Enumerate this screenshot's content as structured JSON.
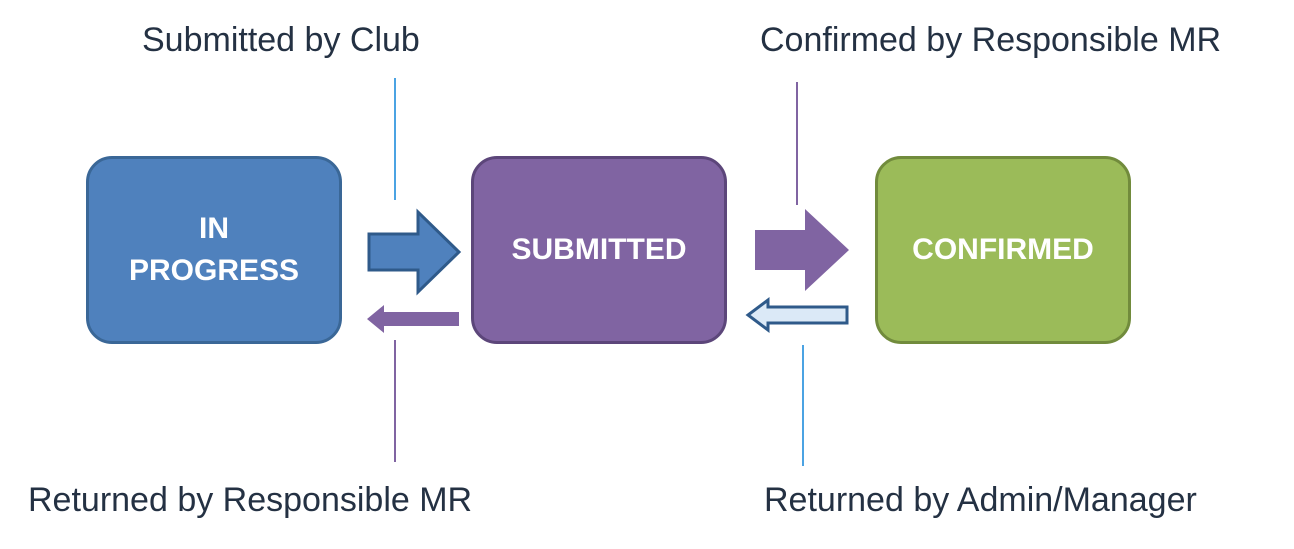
{
  "labels": {
    "submitted_by": "Submitted by Club",
    "confirmed_by": "Confirmed by Responsible MR",
    "returned_by_mr": "Returned by Responsible MR",
    "returned_by_admin": "Returned by Admin/Manager"
  },
  "states": {
    "in_progress": "IN PROGRESS",
    "submitted": "SUBMITTED",
    "confirmed": "CONFIRMED"
  },
  "colors": {
    "in_progress": "#4f81bd",
    "submitted": "#8064a2",
    "confirmed": "#9bbb59",
    "text": "#243143",
    "blue_line": "#4ba3e3",
    "purple_line": "#8064a2",
    "light_arrow": "#dbe9f7"
  }
}
